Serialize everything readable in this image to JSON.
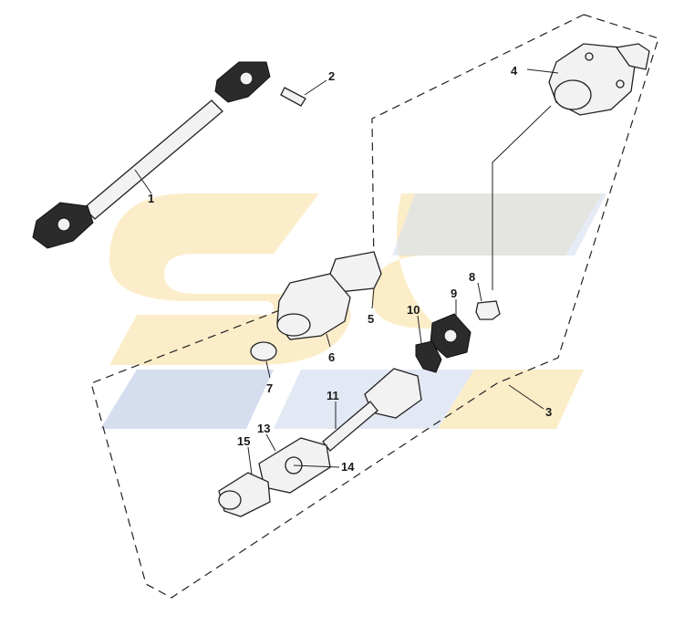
{
  "diagram": {
    "watermark_colors": {
      "yellow": "#fbe7b8",
      "blue": "#c7d3ea"
    },
    "callouts": [
      {
        "id": "1",
        "label": "1"
      },
      {
        "id": "2",
        "label": "2"
      },
      {
        "id": "3",
        "label": "3"
      },
      {
        "id": "4",
        "label": "4"
      },
      {
        "id": "5",
        "label": "5"
      },
      {
        "id": "6",
        "label": "6"
      },
      {
        "id": "7",
        "label": "7"
      },
      {
        "id": "8",
        "label": "8"
      },
      {
        "id": "9",
        "label": "9"
      },
      {
        "id": "10",
        "label": "10"
      },
      {
        "id": "11",
        "label": "11"
      },
      {
        "id": "13",
        "label": "13"
      },
      {
        "id": "14",
        "label": "14"
      },
      {
        "id": "15",
        "label": "15"
      }
    ]
  }
}
